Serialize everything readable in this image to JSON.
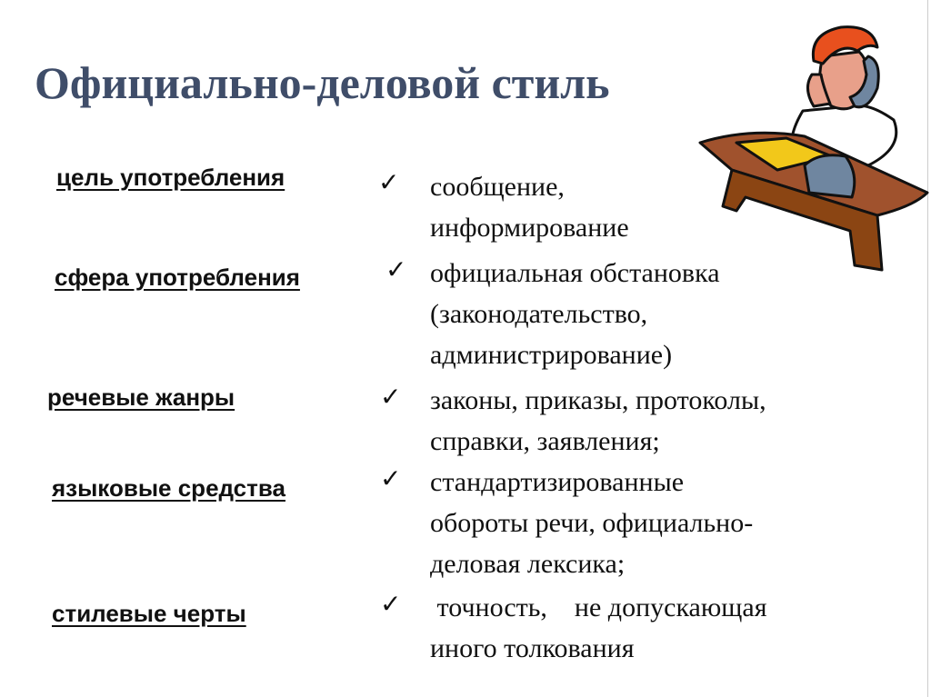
{
  "title": "Официально-деловой стиль",
  "rows": [
    {
      "label": "цель употребления",
      "check_icon": "checkmark-icon",
      "lines": [
        "сообщение,",
        "информирование"
      ]
    },
    {
      "label": "сфера употребления",
      "check_icon": "checkmark-icon",
      "lines": [
        "официальная обстановка",
        "(законодательство,",
        "администрирование)"
      ]
    },
    {
      "label": "речевые жанры",
      "check_icon": "checkmark-icon",
      "lines": [
        "законы, приказы, протоколы,",
        "справки, заявления;"
      ]
    },
    {
      "label": "языковые средства",
      "check_icon": "checkmark-icon",
      "lines": [
        "стандартизированные",
        "обороты речи, официально-",
        "деловая лексика;"
      ]
    },
    {
      "label": "стилевые черты",
      "check_icon": "checkmark-icon",
      "lines": [
        " точность,    не допускающая",
        "иного толкования"
      ]
    }
  ],
  "colors": {
    "title": "#3f4d69",
    "desk": "#a0522d",
    "hair": "#e8501e",
    "phone": "#6f86a0",
    "papers": "#f2c81a"
  }
}
